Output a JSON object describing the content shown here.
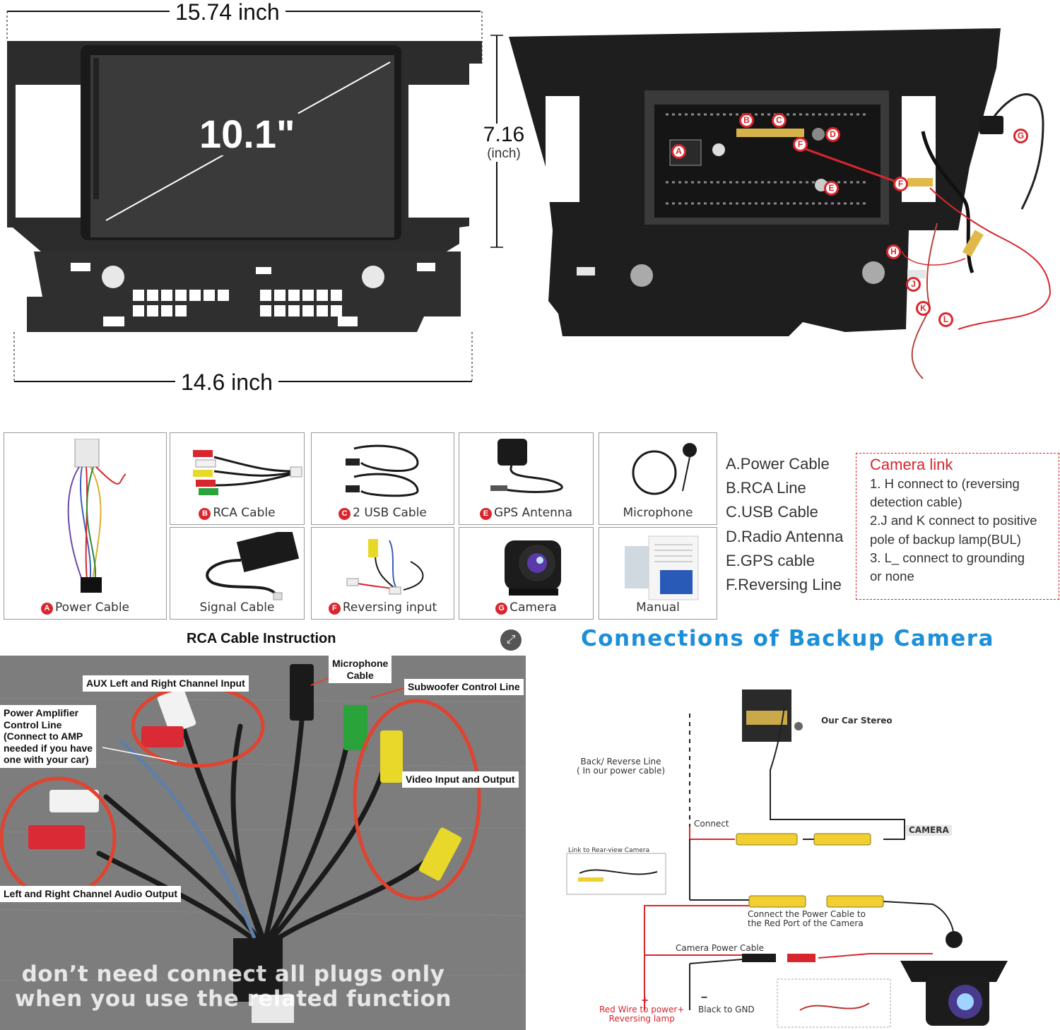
{
  "dimensions": {
    "top_width": "15.74 inch",
    "bottom_width": "14.6 inch",
    "height_value": "7.16",
    "height_unit": "(inch)",
    "screen_size": "10.1\""
  },
  "port_labels": [
    "A",
    "B",
    "C",
    "D",
    "E",
    "F"
  ],
  "cable_labels": [
    "F",
    "G",
    "H",
    "J",
    "K",
    "L"
  ],
  "accessories": [
    {
      "badge": "A",
      "label": "Power Cable"
    },
    {
      "badge": "B",
      "label": "RCA Cable"
    },
    {
      "badge": "C",
      "label": "2 USB Cable"
    },
    {
      "badge": "E",
      "label": "GPS Antenna"
    },
    {
      "badge": "",
      "label": "Microphone"
    },
    {
      "badge": "",
      "label": "Signal Cable"
    },
    {
      "badge": "F",
      "label": "Reversing input"
    },
    {
      "badge": "G",
      "label": "Camera"
    },
    {
      "badge": "",
      "label": "Manual"
    }
  ],
  "legend": [
    "A.Power Cable",
    "B.RCA Line",
    "C.USB Cable",
    "D.Radio Antenna",
    "E.GPS cable",
    "F.Reversing Line"
  ],
  "camera_link": {
    "title": "Camera link",
    "lines": [
      "1. H connect to (reversing",
      "detection cable)",
      "2.J and K connect to positive",
      "pole of backup lamp(BUL)",
      "3. L_ connect to grounding",
      "or none"
    ]
  },
  "rca": {
    "title": "RCA Cable Instruction",
    "tags": {
      "microphone": [
        "Microphone",
        "Cable"
      ],
      "aux": "AUX Left and Right Channel Input",
      "subwoofer": "Subwoofer Control Line",
      "amp": [
        "Power Amplifier",
        "Control Line",
        "(Connect to AMP",
        "needed if you have",
        "one with your car)"
      ],
      "video": "Video Input and Output",
      "audio_out": "Left and Right Channel Audio Output"
    },
    "note_lines": [
      "don’t need connect all plugs only",
      "when you use the related function"
    ]
  },
  "backup": {
    "title": "Connections of Backup Camera",
    "stereo": "Our Car Stereo",
    "reverse_line": [
      "Back/ Reverse Line",
      "( In our power cable)"
    ],
    "connect": "Connect",
    "camera": "CAMERA",
    "link_rear": "Link to Rear-view Camera",
    "power_cable_note": [
      "Connect the Power Cable to",
      "the Red Port of the Camera"
    ],
    "camera_power": "Camera Power Cable",
    "plus": "+",
    "minus": "−",
    "red_wire": [
      "Red Wire to power+",
      "Reversing lamp"
    ],
    "black_gnd": "Black to GND"
  },
  "colors": {
    "badge_red": "#d9262e",
    "title_blue": "#1d8fd8",
    "oval_red": "#e0432f",
    "dash_border": "#d9262e"
  }
}
